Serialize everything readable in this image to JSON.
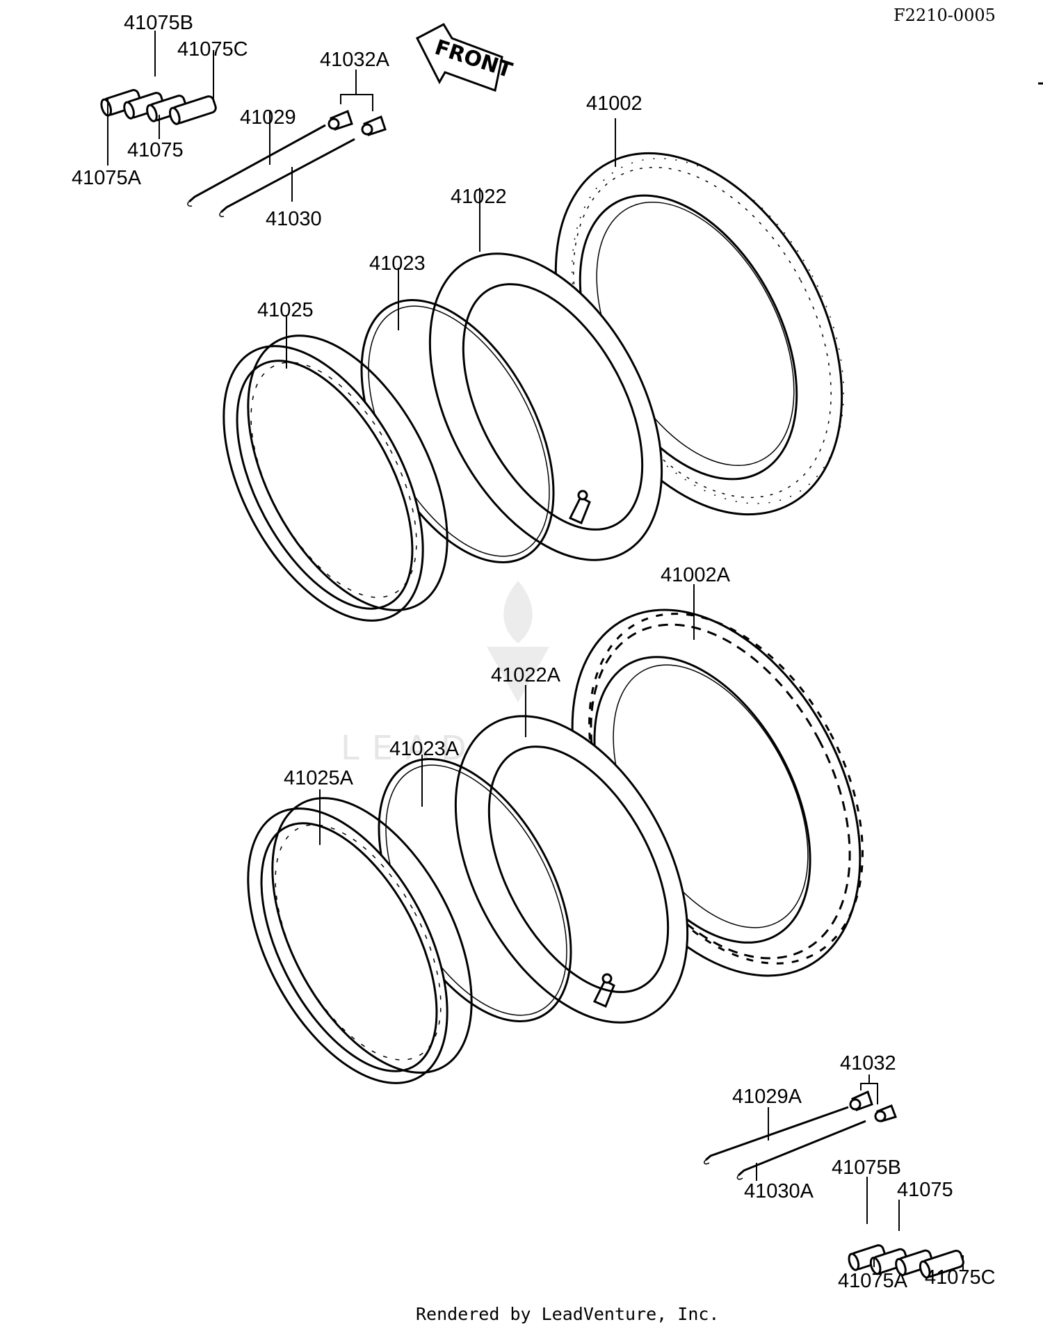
{
  "figure_id": "F2210-0005",
  "front_arrow": {
    "label": "FRONT"
  },
  "footer": "Rendered by LeadVenture, Inc.",
  "watermark": "LEADVENTURE",
  "callouts": {
    "c41075B_top": "41075B",
    "c41075C_top": "41075C",
    "c41075_top": "41075",
    "c41075A_top": "41075A",
    "c41032A": "41032A",
    "c41029": "41029",
    "c41030": "41030",
    "c41002": "41002",
    "c41022": "41022",
    "c41023": "41023",
    "c41025": "41025",
    "c41002A": "41002A",
    "c41022A": "41022A",
    "c41023A": "41023A",
    "c41025A": "41025A",
    "c41032": "41032",
    "c41029A": "41029A",
    "c41030A": "41030A",
    "c41075B_bot": "41075B",
    "c41075_bot": "41075",
    "c41075A_bot": "41075A",
    "c41075C_bot": "41075C"
  }
}
